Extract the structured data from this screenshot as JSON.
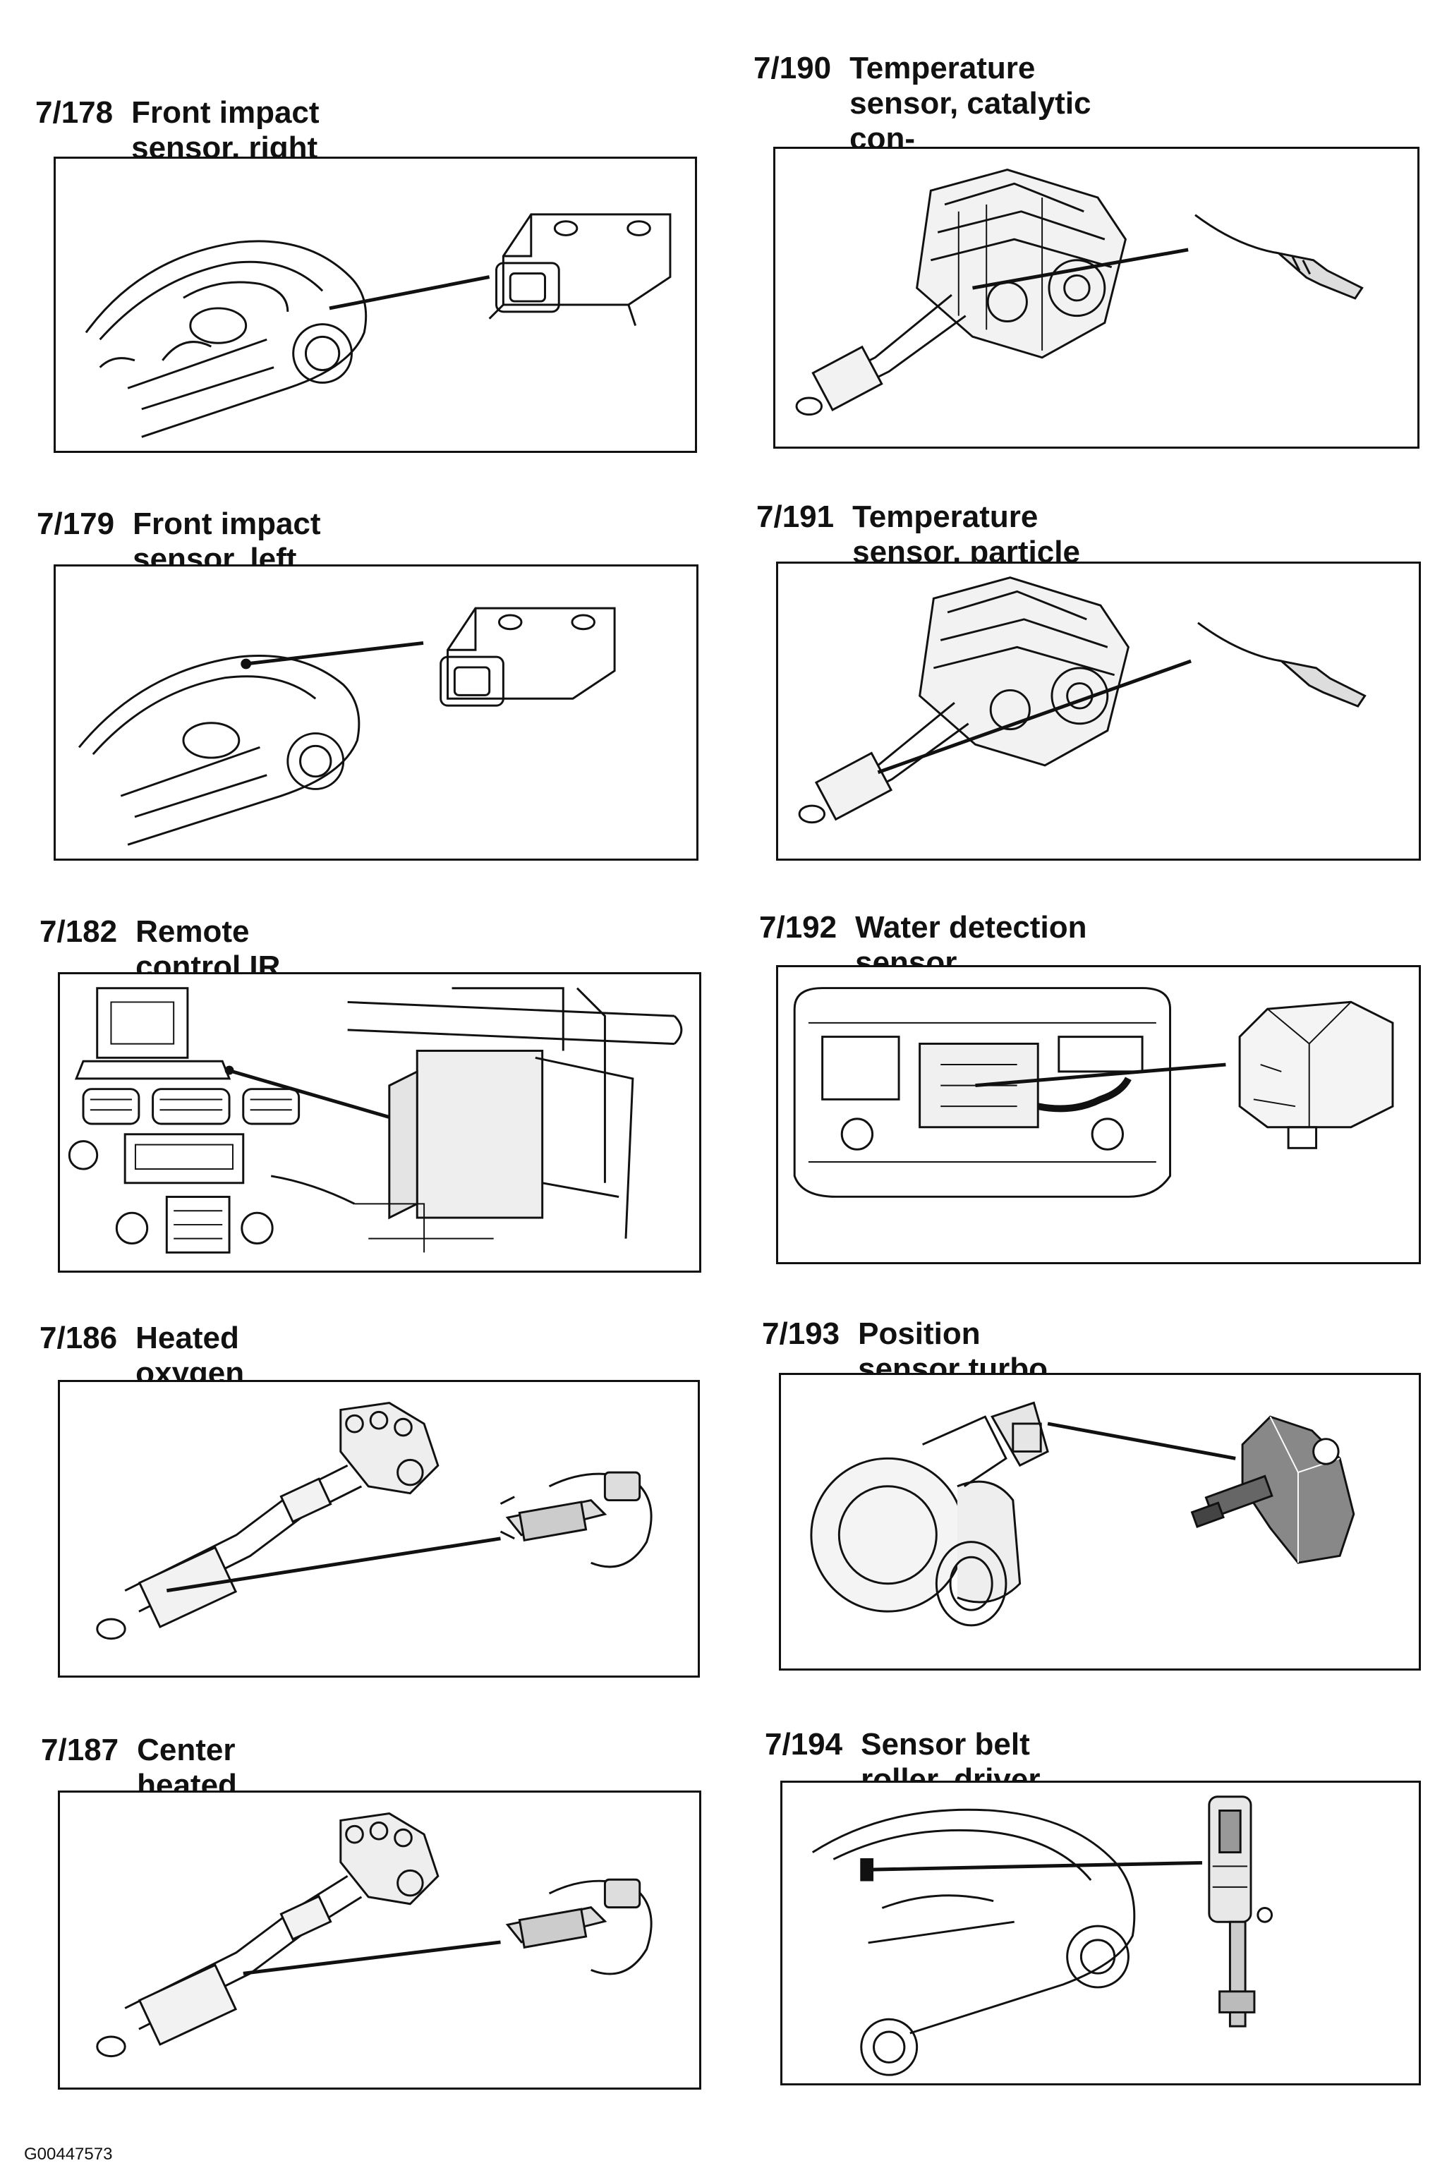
{
  "panels": [
    {
      "num": "7/178",
      "title": "Front impact sensor, right",
      "picture": "car with front impact sensor and connector detail"
    },
    {
      "num": "7/190",
      "title": "Temperature sensor, catalytic con-\nverter",
      "picture": "engine with catalytic converter temperature sensor detail"
    },
    {
      "num": "7/179",
      "title": "Front impact sensor, left",
      "picture": "car with front impact sensor and connector detail"
    },
    {
      "num": "7/191",
      "title": "Temperature sensor, particle filter",
      "picture": "engine with particle filter temperature sensor detail"
    },
    {
      "num": "7/182",
      "title": "Remote control IR sensor, RTI",
      "picture": "dashboard with RTI display and IR sensor detail"
    },
    {
      "num": "7/192",
      "title": "Water detection sensor",
      "picture": "engine bay with water detection sensor detail"
    },
    {
      "num": "7/186",
      "title": "Heated oxygen sensor, rear",
      "picture": "exhaust system with rear oxygen sensor detail"
    },
    {
      "num": "7/193",
      "title": "Position sensor turbo",
      "picture": "turbocharger with position sensor detail"
    },
    {
      "num": "7/187",
      "title": "Center heated oxygen sensor",
      "picture": "exhaust system with center oxygen sensor detail"
    },
    {
      "num": "7/194",
      "title": "Sensor belt roller, driver",
      "picture": "car with seat belt roller sensor detail"
    }
  ],
  "footer": {
    "code": "G00447573"
  }
}
